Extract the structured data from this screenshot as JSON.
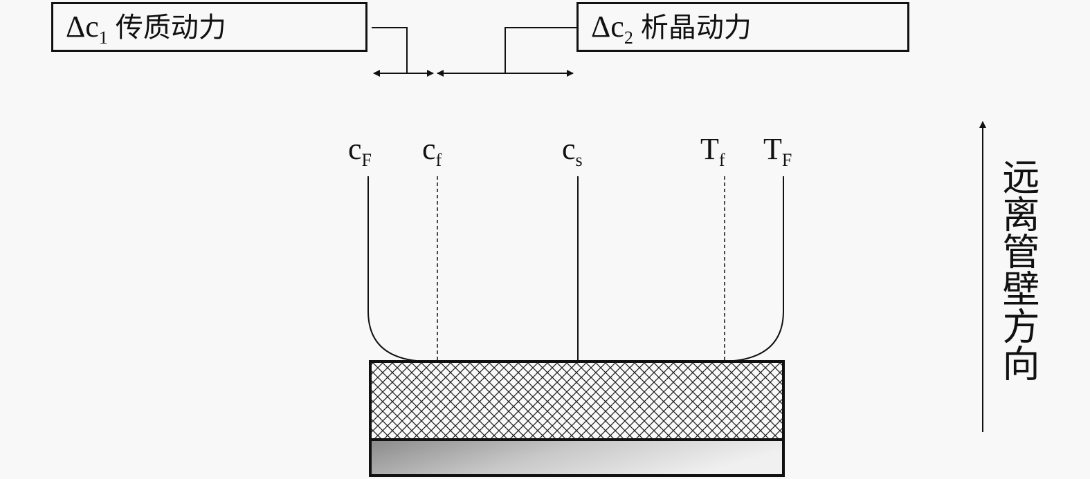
{
  "boxes": {
    "mass_transfer": {
      "symbol": "Δc",
      "sub": "1",
      "text": "传质动力"
    },
    "crystallization": {
      "symbol": "Δc",
      "sub": "2",
      "text": "析晶动力"
    }
  },
  "labels": {
    "cF": {
      "main": "c",
      "sub": "F"
    },
    "cf": {
      "main": "c",
      "sub": "f"
    },
    "cs": {
      "main": "c",
      "sub": "s"
    },
    "Tf": {
      "main": "T",
      "sub": "f"
    },
    "TF": {
      "main": "T",
      "sub": "F"
    }
  },
  "direction_label": "远离管壁方向"
}
